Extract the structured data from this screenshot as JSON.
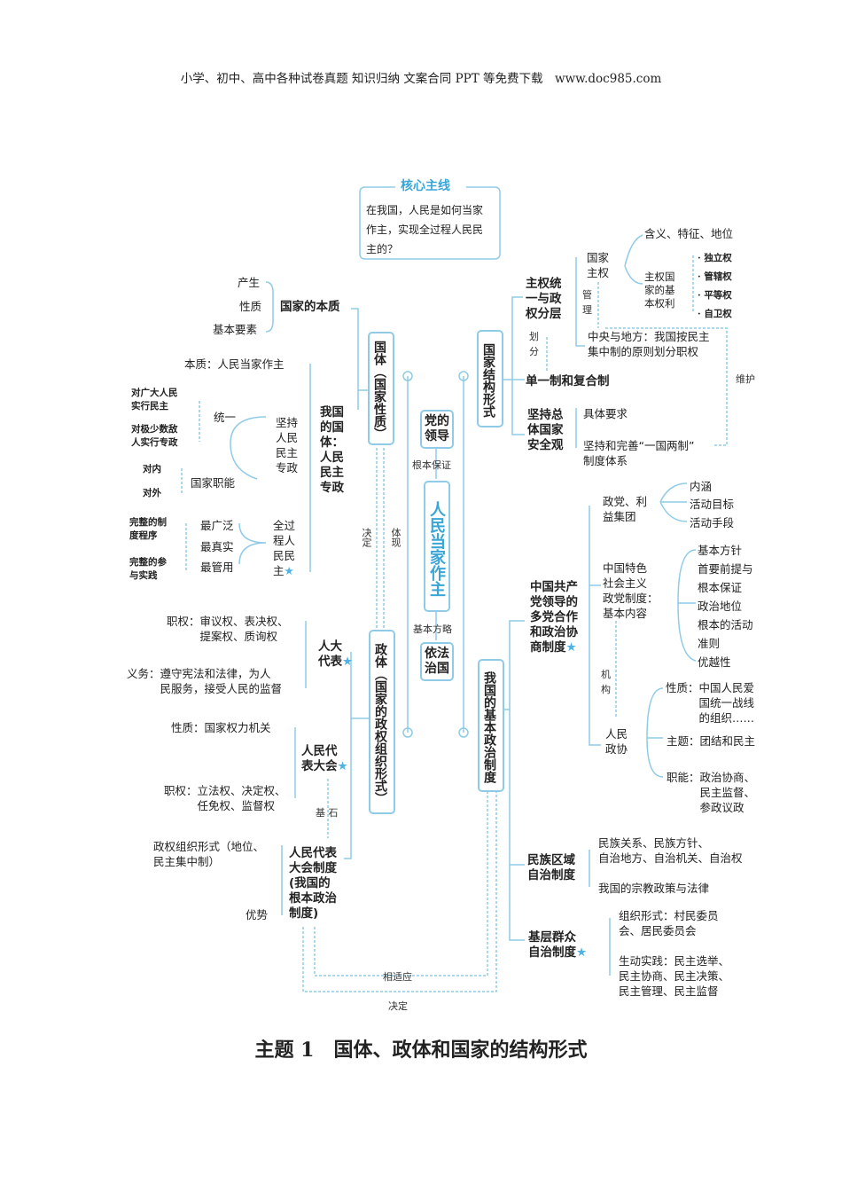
{
  "header": "小学、初中、高中各种试卷真题 知识归纳 文案合同 PPT 等免费下载　www.doc985.com",
  "title": "主题 1　国体、政体和国家的结构形式",
  "colors": {
    "line": "#8fcbe6",
    "accent": "#3aa6d8"
  },
  "core": {
    "title": "核心主线",
    "text": "在我国，人民是如何当家\n作主，实现全过程人民民\n主的？"
  },
  "center": {
    "main": "人民当家作主",
    "party": "党的领导",
    "guarantee": "根本保证",
    "strategy": "基本方略",
    "rule_of_law": "依法治国",
    "decides": "决定",
    "embodies": "体现"
  },
  "guoti": {
    "box": "国体（国家性质）",
    "essence_of_state": "国家的本质",
    "origin": "产生",
    "nature": "性质",
    "elements": "基本要素",
    "essence": "本质：人民当家作主",
    "our_guoti": "我国\n的国\n体：\n人民\n民主\n专政",
    "adhere": "坚持\n人民\n民主\n专政",
    "democracy_people": "对广大人民\n实行民主",
    "dictatorship_enemy": "对极少数敌\n人实行专政",
    "unity": "统一",
    "internal": "对内",
    "external": "对外",
    "functions": "国家职能",
    "whole_process": "全过\n程人\n民民\n主",
    "widest": "最广泛",
    "truest": "最真实",
    "most_effective": "最管用",
    "complete_procedure": "完整的制\n度程序",
    "complete_practice": "完整的参\n与实践"
  },
  "zhengti": {
    "box": "政体（国家的政权组织形式）",
    "deputies": "人大\n代表",
    "deputies_powers": "职权：审议权、表决权、\n　　　提案权、质询权",
    "deputies_duties": "义务：遵守宪法和法律，为人\n　　　民服务，接受人民的监督",
    "congress": "人民代\n表大会",
    "congress_nature": "性质：国家权力机关",
    "congress_powers": "职权：立法权、决定权、\n　　　任免权、监督权",
    "cornerstone": "基 石",
    "system": "人民代表\n大会制度\n(我国的\n根本政治\n制度)",
    "system_form": "政权组织形式（地位、\n民主集中制）",
    "advantage": "优势",
    "adapt": "相适应",
    "decide": "决定"
  },
  "structure": {
    "box": "国家结构形式",
    "sovereignty_unity": "主权统\n一与政\n权分层",
    "sovereignty": "国家\n主权",
    "manage": "管\n理",
    "meaning": "含义、特征、地位",
    "basic_rights": "主权国\n家的基\n本权利",
    "rights": [
      "独立权",
      "管辖权",
      "平等权",
      "自卫权"
    ],
    "divide": "划\n分",
    "central_local": "中央与地方：我国按民主\n集中制的原则划分职权",
    "unitary": "单一制和复合制",
    "maintain": "维护",
    "security": "坚持总\n体国家\n安全观",
    "requirements": "具体要求",
    "one_country": "坚持和完善“一国两制”\n制度体系"
  },
  "political_system": {
    "box": "我国的基本政治制度",
    "cpc_system": "中国共产\n党领导的\n多党合作\n和政治协\n商制度",
    "parties": "政党、利\n益集团",
    "parties_items": [
      "内涵",
      "活动目标",
      "活动手段"
    ],
    "party_system": "中国特色\n社会主义\n政党制度：\n基本内容",
    "party_items": [
      "基本方针",
      "首要前提与",
      "根本保证",
      "政治地位",
      "根本的活动",
      "准则",
      "优越性"
    ],
    "institution": "机\n构",
    "cppcc": "人民\n政协",
    "cppcc_nature": "性质：中国人民爱\n　　　国统一战线\n　　　的组织……",
    "cppcc_theme": "主题：团结和民主",
    "cppcc_function": "职能：政治协商、\n　　　民主监督、\n　　　参政议政",
    "ethnic": "民族区域\n自治制度",
    "ethnic_1": "民族关系、民族方针、\n自治地方、自治机关、自治权",
    "ethnic_2": "我国的宗教政策与法律",
    "grassroots": "基层群众\n自治制度",
    "grass_1": "组织形式：村民委员\n会、居民委员会",
    "grass_2": "生动实践：民主选举、\n民主协商、民主决策、\n民主管理、民主监督"
  }
}
